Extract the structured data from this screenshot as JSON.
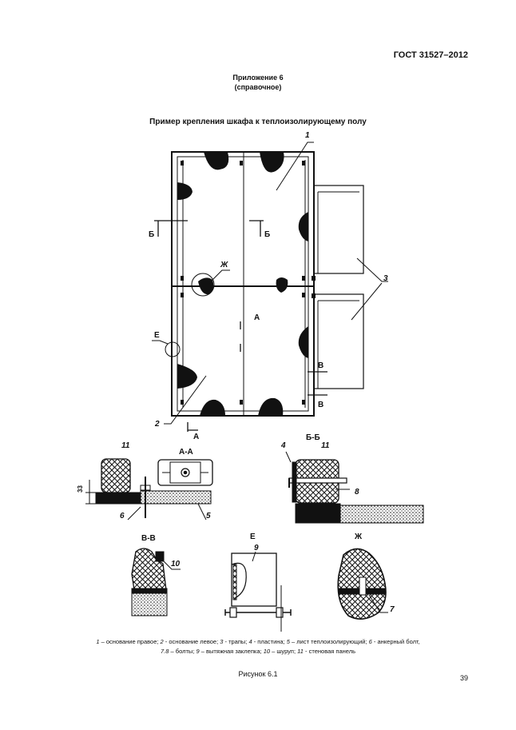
{
  "header": {
    "standard": "ГОСТ 31527–2012"
  },
  "appendix": {
    "title": "Приложение 6",
    "subtitle": "(справочное)"
  },
  "figure_title": "Пример крепления шкафа к теплоизолирующему полу",
  "callouts": [
    "1",
    "2",
    "3",
    "4",
    "5",
    "6",
    "7",
    "8",
    "9",
    "10",
    "11"
  ],
  "sections": {
    "aa": "А-А",
    "bb": "Б-Б",
    "vv": "В-В",
    "e": "Е",
    "zh": "Ж",
    "a": "А",
    "b": "Б",
    "v": "В"
  },
  "dimension": "33",
  "legend": {
    "line1": [
      {
        "n": "1",
        "t": " – основание правое; "
      },
      {
        "n": "2",
        "t": " - основание левое; "
      },
      {
        "n": "3",
        "t": " - трапы; "
      },
      {
        "n": "4",
        "t": " - пластина; "
      },
      {
        "n": "5",
        "t": " – лист теплоизолирующий; "
      },
      {
        "n": "6",
        "t": " - анкерный болт,"
      }
    ],
    "line2": [
      {
        "n": "7.8",
        "t": " – болты; "
      },
      {
        "n": "9",
        "t": " – вытяжная заклепка; "
      },
      {
        "n": "10",
        "t": " – шуруп; "
      },
      {
        "n": "11",
        "t": " - стеновая панель"
      }
    ]
  },
  "caption": "Рисунок 6.1",
  "page_number": "39"
}
